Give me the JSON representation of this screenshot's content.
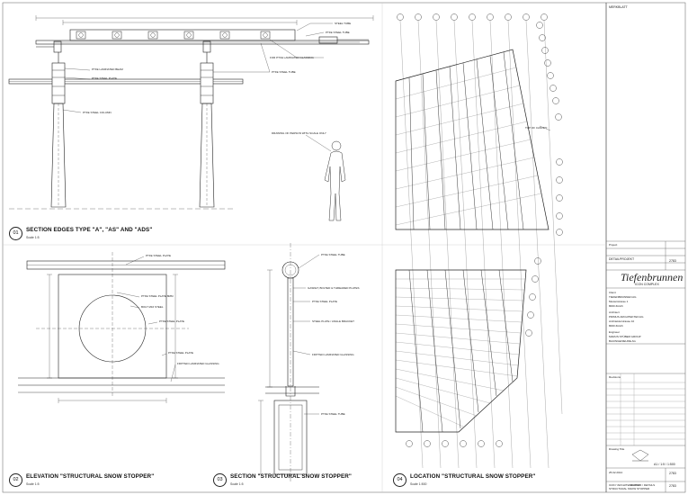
{
  "sheet": {
    "header_left": "",
    "header_right": "MERKBLATT"
  },
  "views": [
    {
      "num": "01",
      "title": "SECTION EDGES TYPE \"A\", \"AS\" AND \"ADS\"",
      "scale": "Scale 1:5"
    },
    {
      "num": "02",
      "title": "ELEVATION \"STRUCTURAL SNOW STOPPER\"",
      "scale": "Scale 1:5"
    },
    {
      "num": "03",
      "title": "SECTION \"STRUCTURAL SNOW STOPPER\"",
      "scale": "Scale 1:5"
    },
    {
      "num": "04",
      "title": "LOCATION \"STRUCTURAL SNOW STOPPER\"",
      "scale": "Scale 1:500"
    }
  ],
  "annotations": {
    "v01": [
      "PTFE LAMINATED BEAM",
      "PTFE STEEL PLATE",
      "STEEL TUBE",
      "PTFE STEEL COLUMN",
      "PTFE STEEL TUBE",
      "FOR PTFE LAMINATED GLASSING",
      "PTFE STEEL TUBE"
    ],
    "v01_person": "DRAWING OF PERSON WITH SCALE ONLY",
    "v02": [
      "PTFE STEEL PLATE",
      "PTFE STEEL PLATE 8MM",
      "BOLT M16 STEEL",
      "PTFE STEEL PLATE",
      "PTFE STEEL PLATE",
      "FRITTED LAMINATED GLASSING"
    ],
    "v03": [
      "PTFE STEEL TUBE",
      "GASKET, BOLTED & THREADED PLATES",
      "PTFE STEEL PLATE",
      "STEEL PLATE / ANGLE BRACKET",
      "FRITTED LAMINATED GLASSING",
      "PTFE STEEL TUBE"
    ],
    "v04": [
      "TOP OF CANOPY"
    ]
  },
  "title_block": {
    "project_label": "Project",
    "status": "DETAILPROJEKT",
    "sheet_code": "2783",
    "logo": "Tiefenbrunnen",
    "logo_sub": "ICON COMPLEX",
    "client_lines": [
      "Client",
      "TIEFENBRUNNEN AG",
      "Musterstrasse 1",
      "8000 Zürich"
    ],
    "architect_lines": [
      "Architect",
      "PRIMUS ARCHITEKTEN AG",
      "Architekturstrasse 10",
      "8000 Zürich"
    ],
    "engineer_lines": [
      "Engineer",
      "MARUS STÜBER GROUP",
      "BAUINGENIEURE AG"
    ],
    "revision_block_label": "Revisions",
    "drawing_title_label": "Drawing Title",
    "drawing_title": [
      "ICON \"ARCHITECTURAL\"",
      "STRUCTURAL SNOW STOPPER",
      "SECTION / DETAILS"
    ],
    "bottom_code": "2783",
    "sheet_size": "A1 / 1:5 / 1:500",
    "date": "25.02.2014",
    "drawing_no": "2783"
  }
}
